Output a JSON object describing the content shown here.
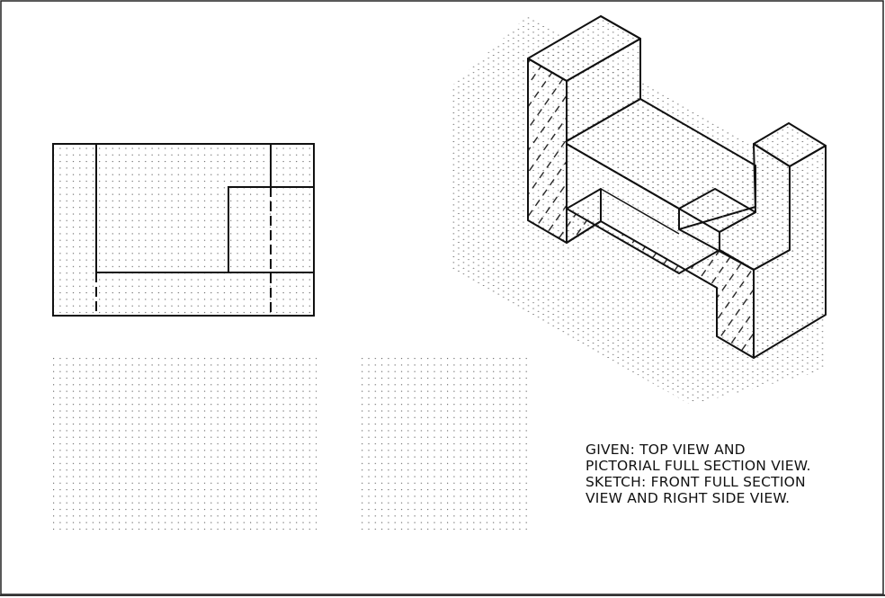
{
  "instructions": {
    "line1": "GIVEN: TOP VIEW AND",
    "line2": "PICTORIAL FULL SECTION VIEW.",
    "line3": "SKETCH: FRONT FULL SECTION",
    "line4": "VIEW AND RIGHT SIDE VIEW."
  },
  "colors": {
    "ink": "#111111",
    "grid_dot": "#555555",
    "paper": "#ffffff"
  },
  "icons": [
    "top-view-drawing",
    "pictorial-section-drawing",
    "front-view-sketch-grid",
    "right-side-view-sketch-grid"
  ]
}
